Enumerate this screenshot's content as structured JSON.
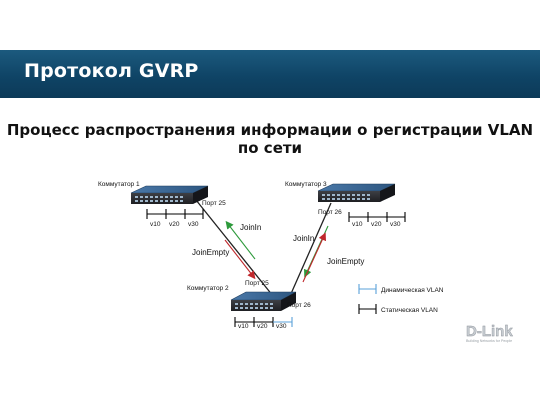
{
  "header": {
    "title": "Протокол GVRP"
  },
  "subtitle": "Процесс распространения информации о регистрации VLAN по сети",
  "switches": [
    {
      "name": "Коммутатор 1",
      "port": "Порт 25",
      "vlans": [
        "v10",
        "v20",
        "v30"
      ]
    },
    {
      "name": "Коммутатор 2",
      "port_top": "Порт 25",
      "port_right": "Порт 26",
      "vlans": [
        "v10",
        "v20",
        "v30"
      ]
    },
    {
      "name": "Коммутатор 3",
      "port": "Порт 26",
      "vlans": [
        "v10",
        "v20",
        "v30"
      ]
    }
  ],
  "messages": {
    "left_join": "JoinIn",
    "left_empty": "JoinEmpty",
    "right_join": "JoinIn",
    "right_empty": "JoinEmpty"
  },
  "legend": {
    "dynamic": "Динамическая VLAN",
    "static": "Статическая VLAN"
  },
  "colors": {
    "header": "#0f4466",
    "join_arrow": "#2e9a3c",
    "empty_arrow": "#c0282c",
    "dynamic_vlan": "#5aa0d8",
    "static_vlan": "#000000"
  },
  "logo": {
    "brand": "D-Link",
    "tagline": "Building Networks for People"
  }
}
